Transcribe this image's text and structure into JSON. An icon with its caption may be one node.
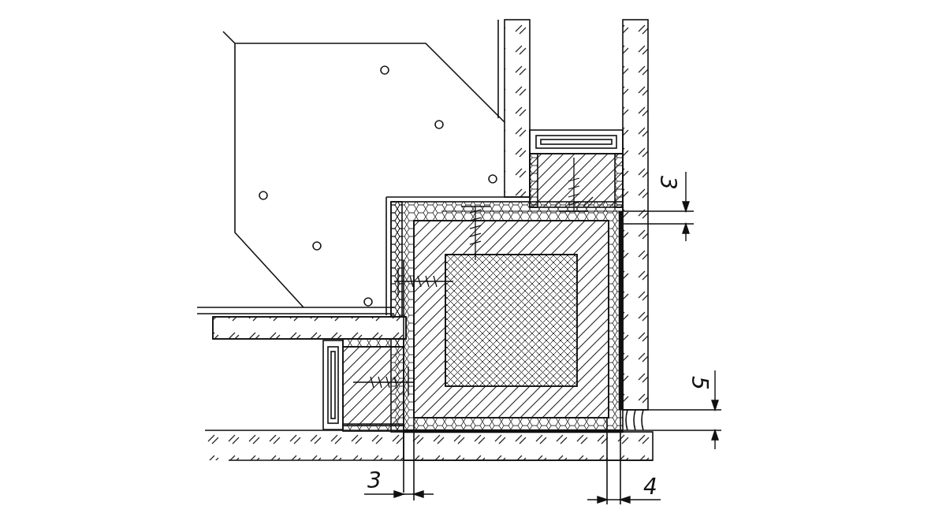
{
  "diagram": {
    "labels": [
      "3",
      "5",
      "3",
      "4"
    ]
  }
}
